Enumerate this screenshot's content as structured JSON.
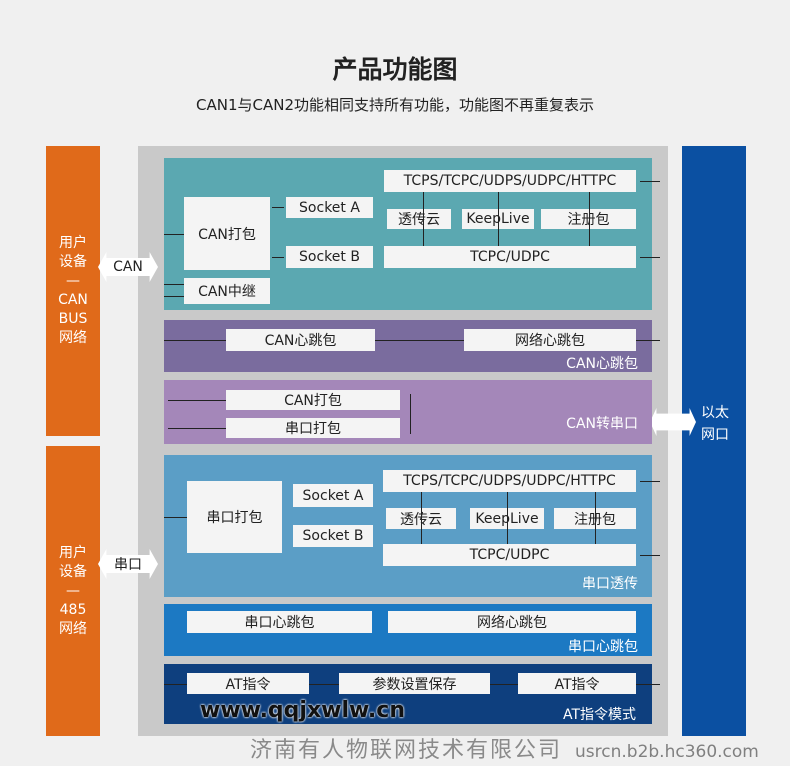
{
  "title": "产品功能图",
  "subtitle": "CAN1与CAN2功能相同支持所有功能，功能图不再重复表示",
  "left": {
    "can_side": "用户设备—CAN BUS网络",
    "can_arrow": "CAN",
    "serial_side": "用户设备—485网络",
    "serial_arrow": "串口"
  },
  "right": {
    "label": "以太网口"
  },
  "can_panel": {
    "pack": "CAN打包",
    "socket_a": "Socket A",
    "socket_b": "Socket B",
    "protocols": "TCPS/TCPC/UDPS/UDPC/HTTPC",
    "cloud": "透传云",
    "keeplive": "KeepLive",
    "register": "注册包",
    "tcpc_udpc": "TCPC/UDPC",
    "relay": "CAN中继"
  },
  "can_heartbeat": {
    "can_hb": "CAN心跳包",
    "net_hb": "网络心跳包",
    "label": "CAN心跳包"
  },
  "can_serial": {
    "can_pack": "CAN打包",
    "serial_pack": "串口打包",
    "label": "CAN转串口"
  },
  "serial_panel": {
    "pack": "串口打包",
    "socket_a": "Socket A",
    "socket_b": "Socket B",
    "protocols": "TCPS/TCPC/UDPS/UDPC/HTTPC",
    "cloud": "透传云",
    "keeplive": "KeepLive",
    "register": "注册包",
    "tcpc_udpc": "TCPC/UDPC",
    "label": "串口透传"
  },
  "serial_heartbeat": {
    "serial_hb": "串口心跳包",
    "net_hb": "网络心跳包",
    "label": "串口心跳包"
  },
  "at_panel": {
    "at1": "AT指令",
    "params": "参数设置保存",
    "at2": "AT指令",
    "label": "AT指令模式"
  },
  "watermark": {
    "company": "济南有人物联网技术有限公司",
    "site": "usrcn.b2b.hc360.com",
    "overlay": "www.qqjxwlw.cn"
  }
}
